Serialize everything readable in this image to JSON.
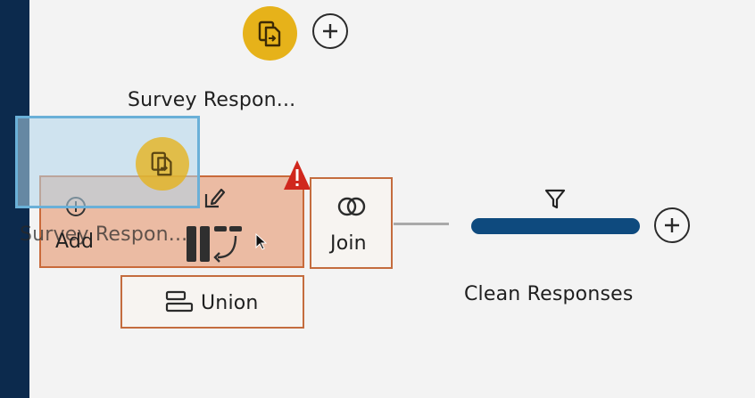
{
  "flow": {
    "node_top_label": "Survey Respon...",
    "node_dragged_label": "Survey Respon...",
    "menu_add_label": "Add",
    "join_label": "Join",
    "union_label": "Union",
    "clean_label": "Clean Responses"
  },
  "icons": {
    "input": "files-icon",
    "add_circle": "plus-circle-icon",
    "edit": "pencil-icon",
    "warning": "warning-icon",
    "pivot": "pivot-icon",
    "join": "venn-icon",
    "union": "union-icon",
    "filter": "funnel-icon",
    "cursor": "cursor-arrow-icon"
  },
  "colors": {
    "input_node": "#e6b21a",
    "clean_step": "#0e4a7e",
    "menu_highlight": "#e8aa8c",
    "warning": "#d0271d",
    "sidebar": "#0c2a4d"
  }
}
